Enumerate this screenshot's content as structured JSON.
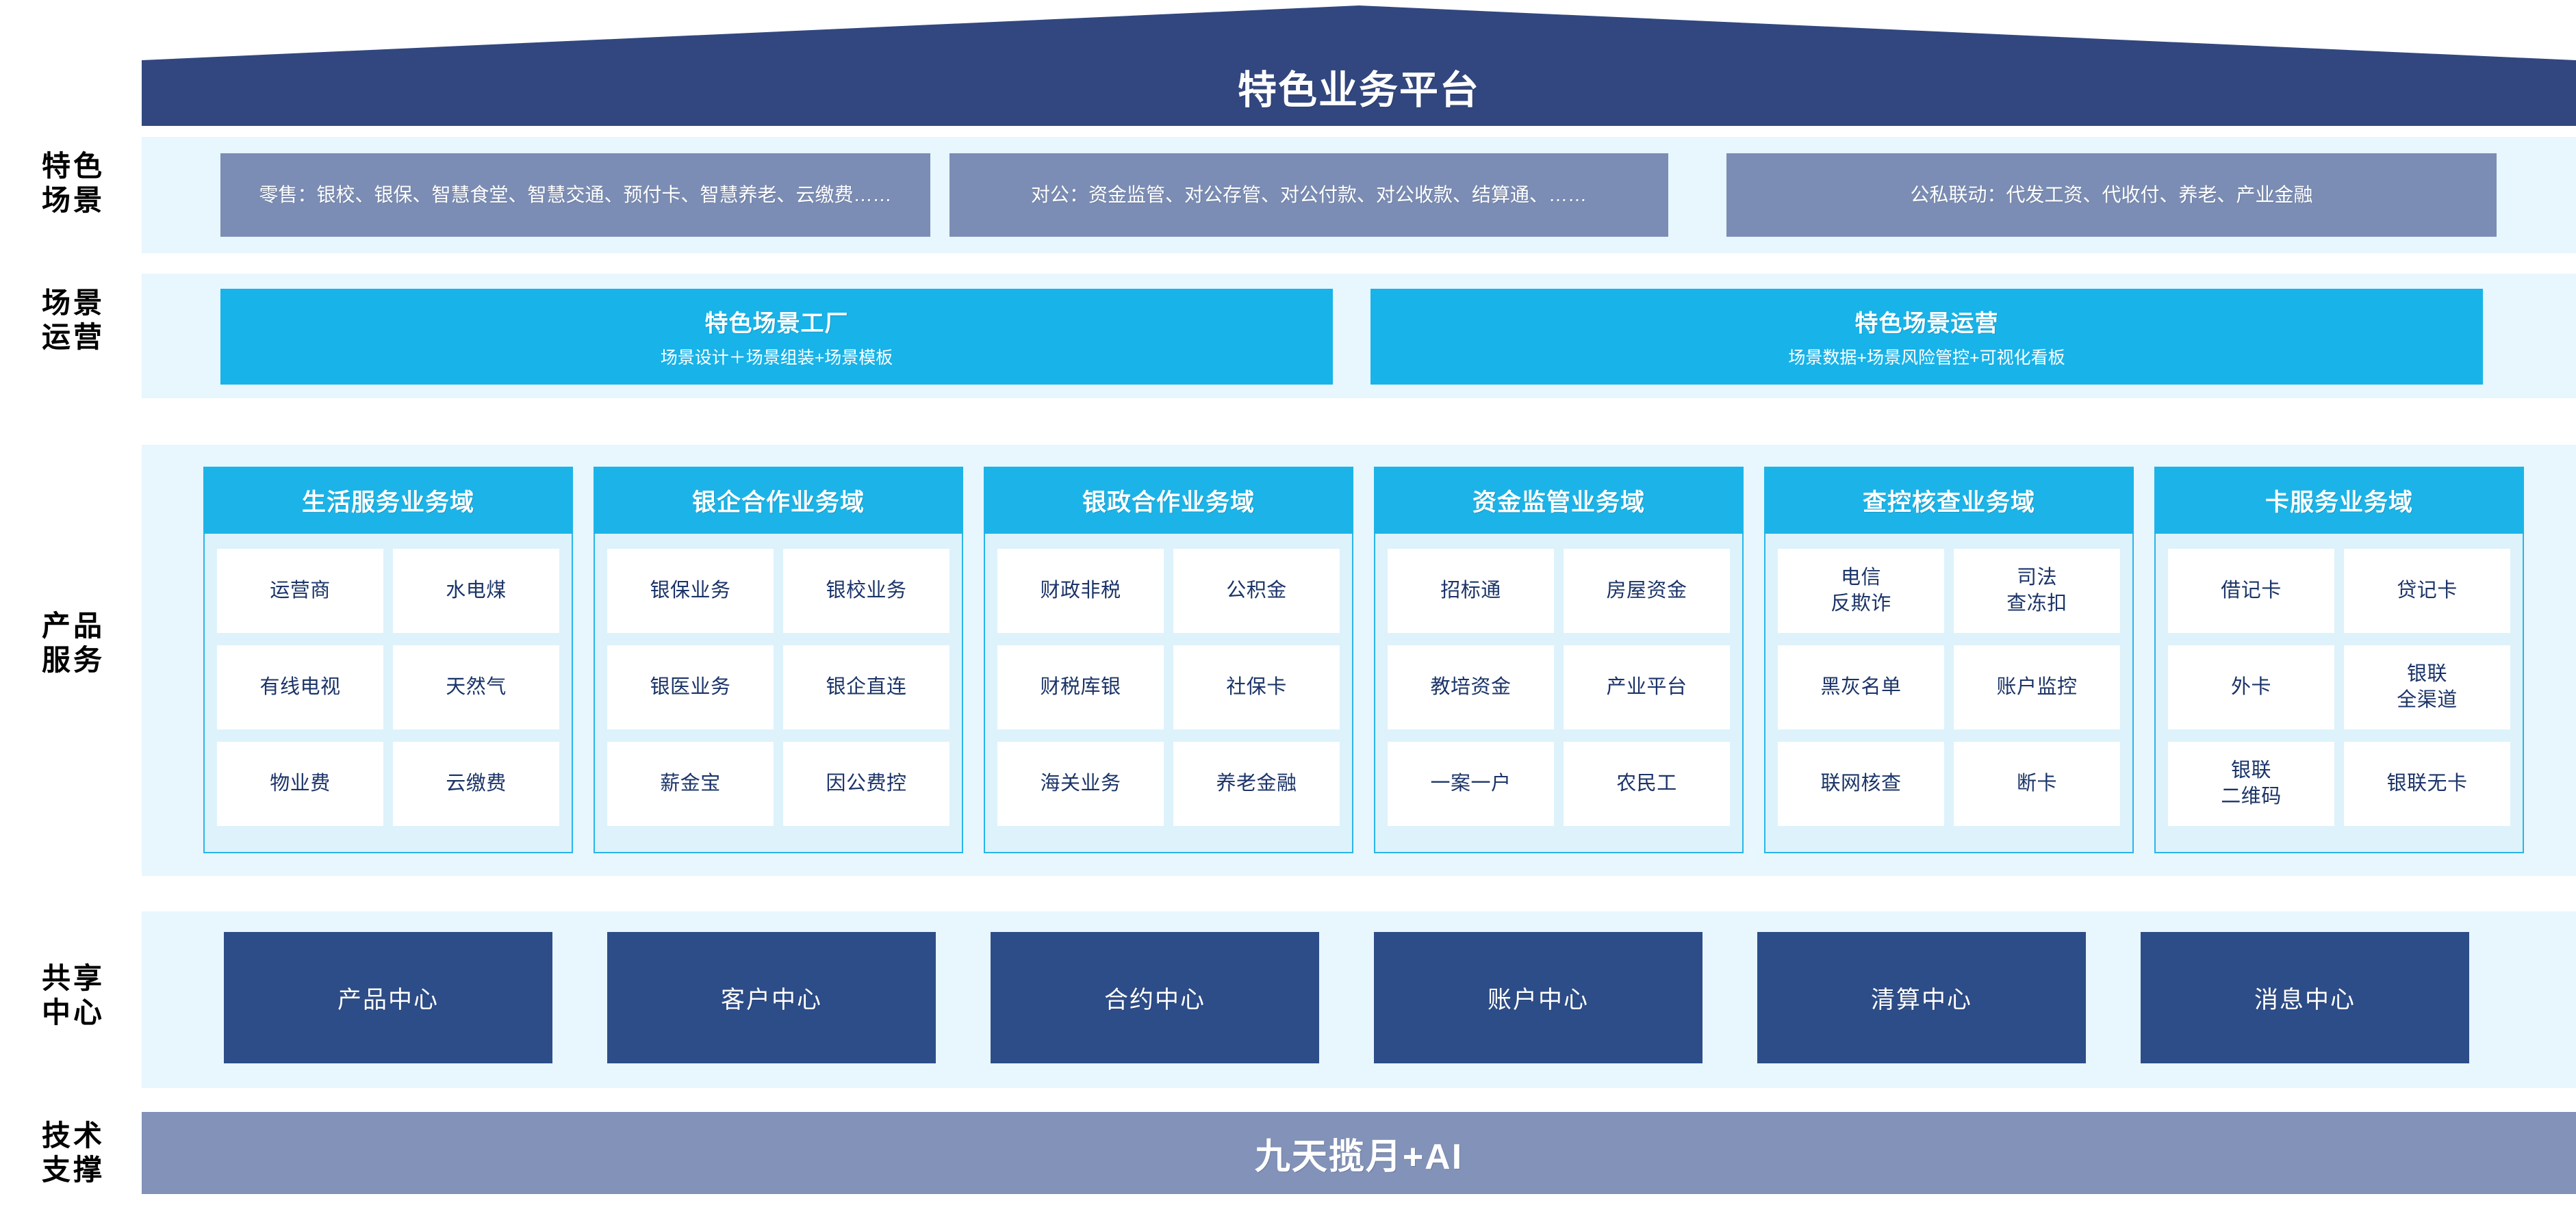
{
  "header": {
    "title": "特色业务平台"
  },
  "colors": {
    "roof_navy": "#32477f",
    "panel_pale": "#e8f6fd",
    "scene_slate": "#7b8db4",
    "ops_cyan": "#18b3e8",
    "domain_header_cyan": "#1cb4e8",
    "domain_body": "#ddf2fb",
    "cell_white": "#ffffff",
    "cell_text_navy": "#1b3468",
    "center_navy": "#2d4d89",
    "tech_slate": "#8292b8"
  },
  "row_labels": {
    "scene": "特色\n场景",
    "operation": "场景\n运营",
    "product": "产品\n服务",
    "shared": "共享\n中心",
    "tech": "技术\n支撑"
  },
  "scenes": {
    "items": [
      {
        "text": "零售：银校、银保、智慧食堂、智慧交通、预付卡、智慧养老、云缴费……"
      },
      {
        "text": "对公：资金监管、对公存管、对公付款、对公收款、结算通、……"
      },
      {
        "text": "公私联动：代发工资、代收付、养老、产业金融"
      }
    ]
  },
  "operation": {
    "items": [
      {
        "title": "特色场景工厂",
        "subtitle": "场景设计＋场景组装+场景模板"
      },
      {
        "title": "特色场景运营",
        "subtitle": "场景数据+场景风险管控+可视化看板"
      }
    ]
  },
  "product_service": {
    "domains": [
      {
        "title": "生活服务业务域",
        "cells": [
          "运营商",
          "水电煤",
          "有线电视",
          "天然气",
          "物业费",
          "云缴费"
        ]
      },
      {
        "title": "银企合作业务域",
        "cells": [
          "银保业务",
          "银校业务",
          "银医业务",
          "银企直连",
          "薪金宝",
          "因公费控"
        ]
      },
      {
        "title": "银政合作业务域",
        "cells": [
          "财政非税",
          "公积金",
          "财税库银",
          "社保卡",
          "海关业务",
          "养老金融"
        ]
      },
      {
        "title": "资金监管业务域",
        "cells": [
          "招标通",
          "房屋资金",
          "教培资金",
          "产业平台",
          "一案一户",
          "农民工"
        ]
      },
      {
        "title": "查控核查业务域",
        "cells": [
          "电信\n反欺诈",
          "司法\n查冻扣",
          "黑灰名单",
          "账户监控",
          "联网核查",
          "断卡"
        ]
      },
      {
        "title": "卡服务业务域",
        "cells": [
          "借记卡",
          "贷记卡",
          "外卡",
          "银联\n全渠道",
          "银联\n二维码",
          "银联无卡"
        ]
      }
    ]
  },
  "shared_centers": {
    "items": [
      "产品中心",
      "客户中心",
      "合约中心",
      "账户中心",
      "清算中心",
      "消息中心"
    ]
  },
  "tech_support": {
    "label": "九天揽月+AI"
  }
}
